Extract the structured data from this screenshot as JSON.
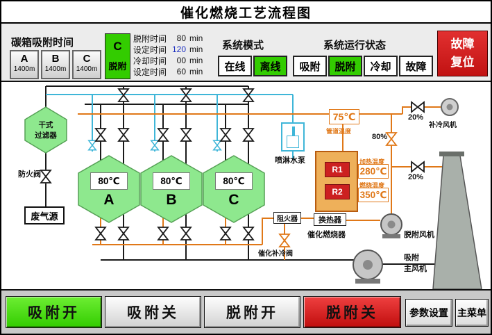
{
  "title": "催化燃烧工艺流程图",
  "top": {
    "carbon_label": "碳箱吸附时间",
    "boxes": [
      {
        "letter": "A",
        "value": "1400m"
      },
      {
        "letter": "B",
        "value": "1400m"
      },
      {
        "letter": "C",
        "value": "1400m"
      }
    ],
    "desorb": {
      "letter": "C",
      "label": "脱附"
    },
    "timers": [
      {
        "label": "脱附时间",
        "value": "80",
        "unit": "min"
      },
      {
        "label": "设定时间",
        "value": "120",
        "unit": "min"
      },
      {
        "label": "冷却时间",
        "value": "00",
        "unit": "min"
      },
      {
        "label": "设定时间",
        "value": "60",
        "unit": "min"
      }
    ],
    "mode_label": "系统模式",
    "mode_buttons": [
      {
        "label": "在线"
      },
      {
        "label": "离线"
      }
    ],
    "status_label": "系统运行状态",
    "status_buttons": [
      {
        "label": "吸附"
      },
      {
        "label": "脱附"
      },
      {
        "label": "冷却"
      },
      {
        "label": "故障"
      }
    ],
    "fault_reset": "故障\n复位"
  },
  "diagram": {
    "dry_filter": "干式\n过滤器",
    "fire_valve": "防火阀",
    "waste_gas": "废气源",
    "tanks": [
      {
        "name": "A",
        "temp": "80℃"
      },
      {
        "name": "B",
        "temp": "80℃"
      },
      {
        "name": "C",
        "temp": "80℃"
      }
    ],
    "spray_pump": "喷淋水泵",
    "pipe_temp_value": "75℃",
    "pipe_temp_label": "管道温度",
    "pct_80": "80%",
    "pct_20_top": "20%",
    "pct_20_mid": "20%",
    "cool_fan": "补冷风机",
    "combustor_label": "催化燃烧器",
    "r1": "R1",
    "r2": "R2",
    "heat_label": "加热温度",
    "heat_value": "280℃",
    "burn_label": "燃烧温度",
    "burn_value": "350℃",
    "heat_exchanger": "换热器",
    "flame_arrester": "阻火器",
    "cat_cool_valve": "催化补冷阀",
    "desorb_fan": "脱附风机",
    "adsorb_fan": "吸附\n主风机"
  },
  "bottom": {
    "adsorb_on": "吸附开",
    "adsorb_off": "吸附关",
    "desorb_on": "脱附开",
    "desorb_off": "脱附关",
    "param_set": "参数设置",
    "main_menu": "主菜单"
  },
  "colors": {
    "green": "#33cc00",
    "red": "#c11212",
    "orange": "#e07818",
    "blue": "#3fb6d8"
  }
}
